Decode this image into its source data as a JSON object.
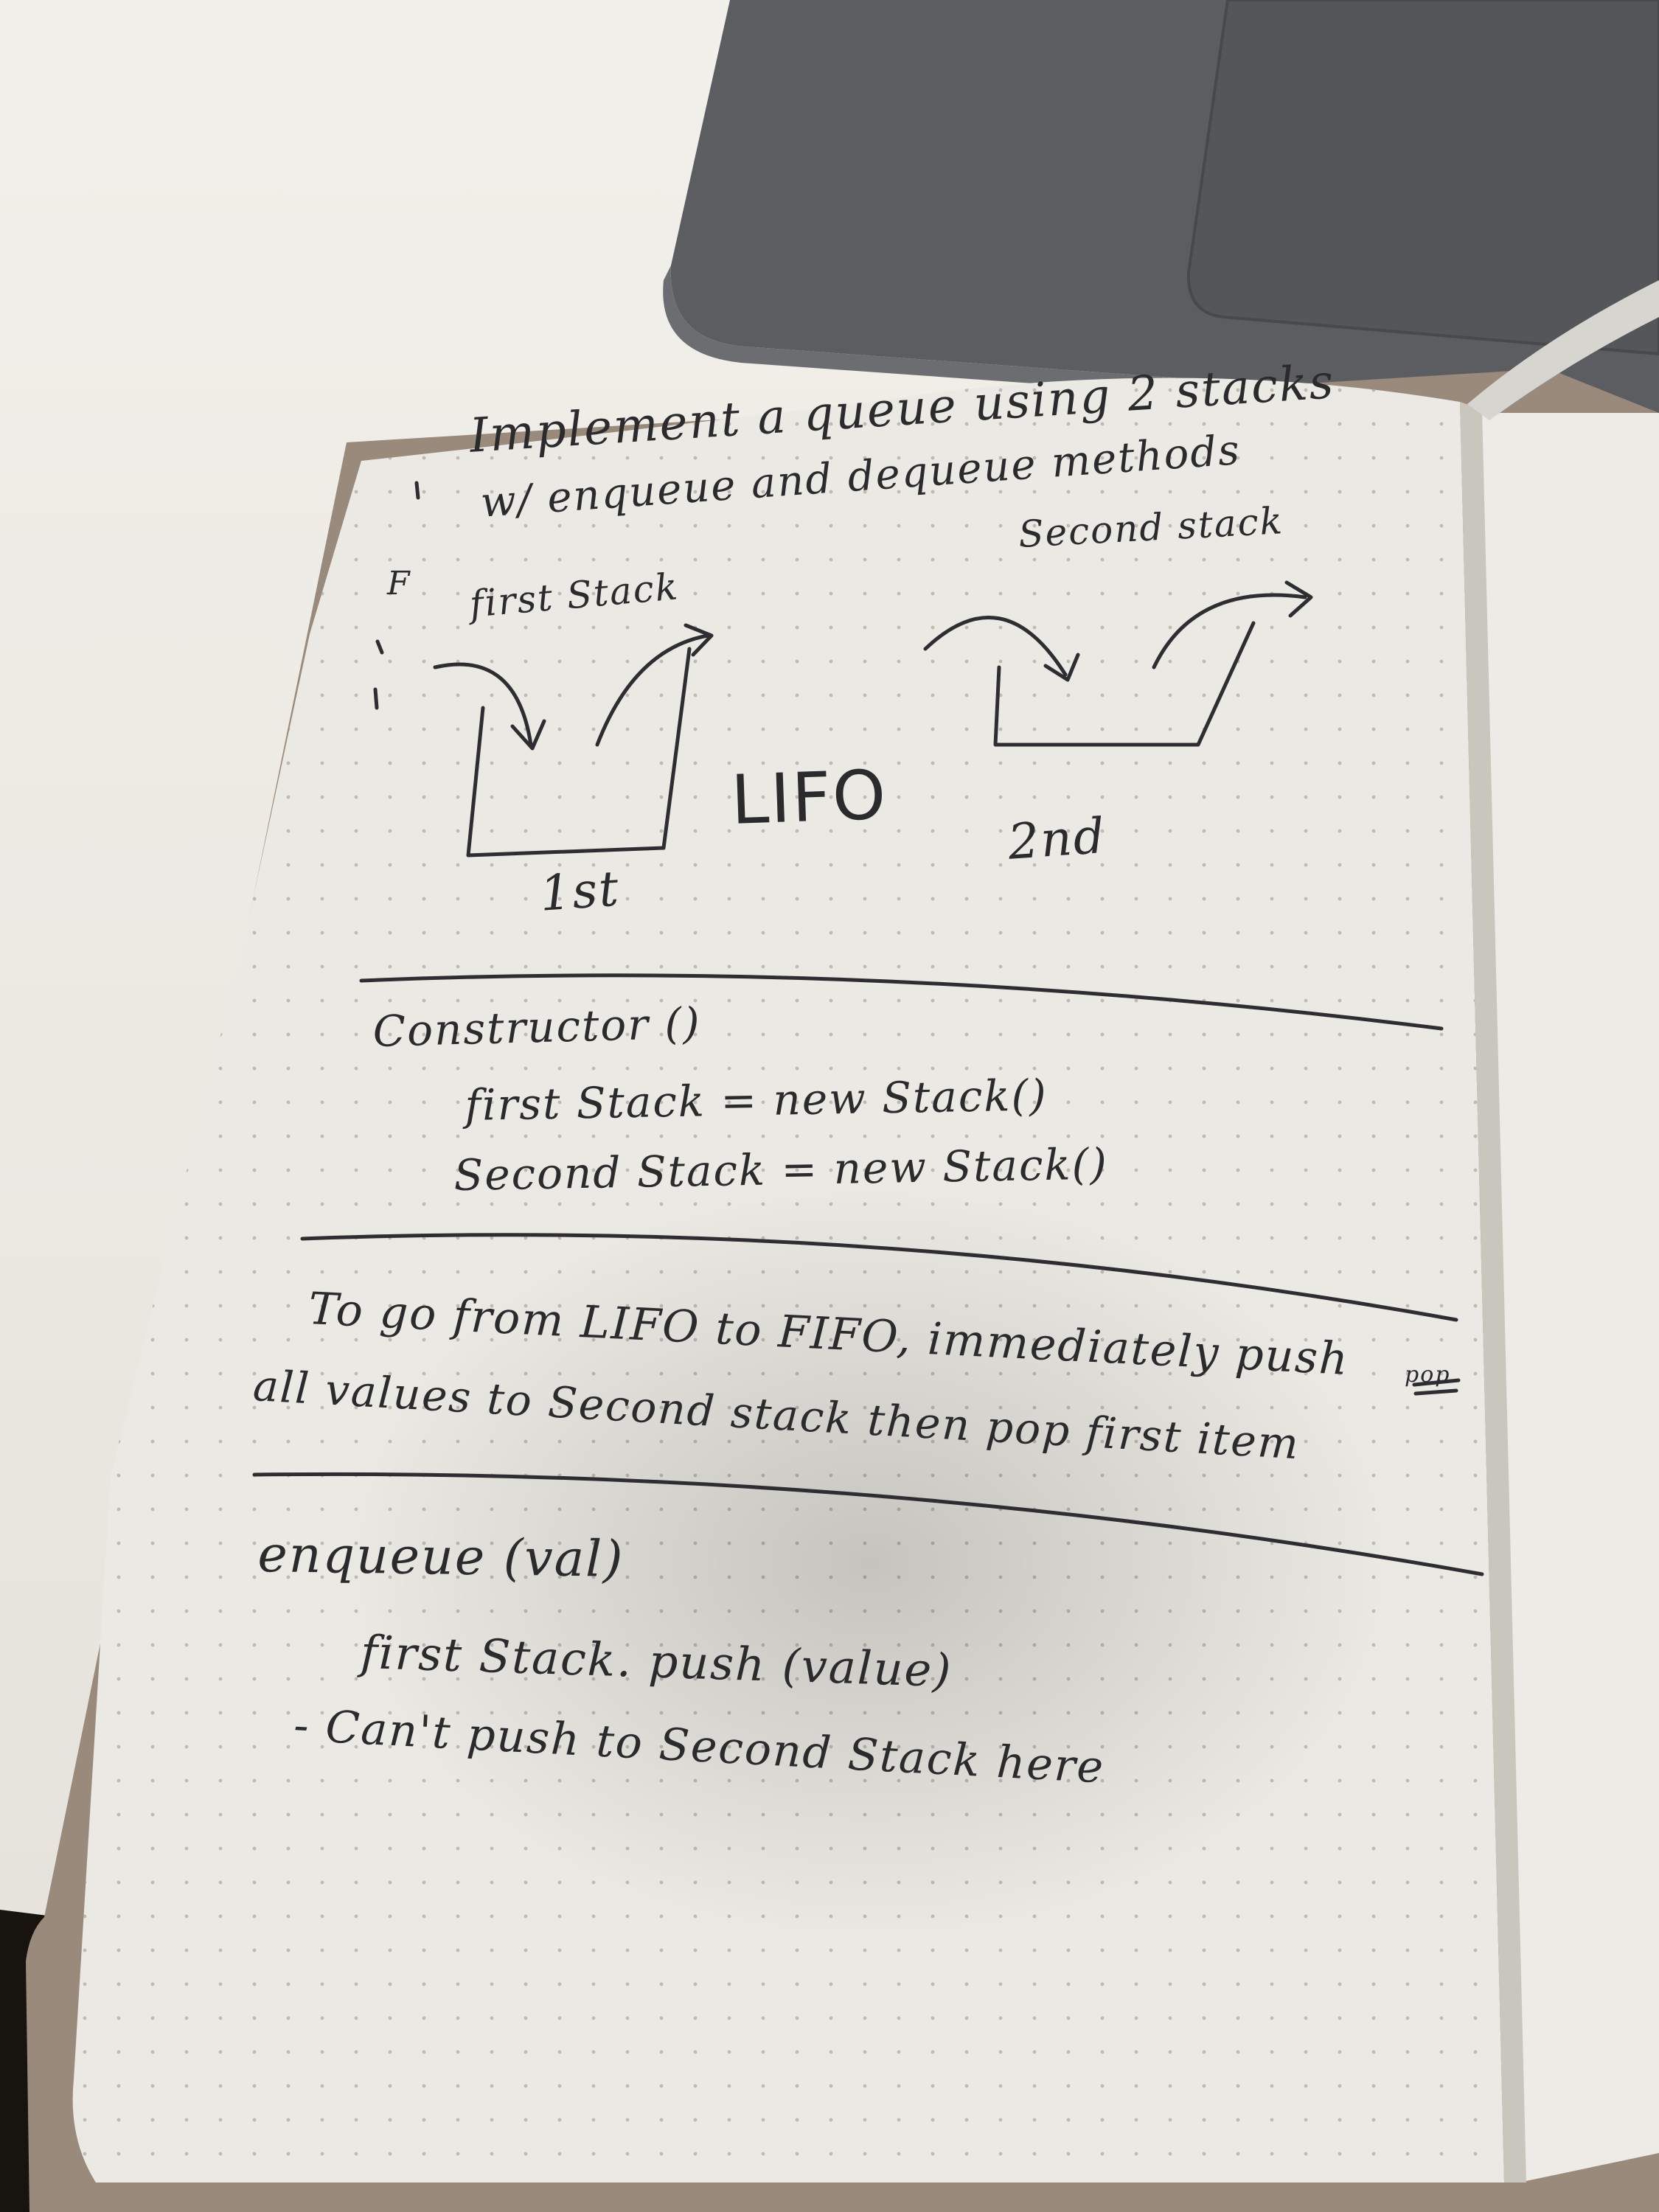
{
  "photo": {
    "kind": "photo of handwritten notebook page",
    "colors": {
      "table": "#efede7",
      "laptop": "#5b5d60",
      "paper": "#ebe9e3",
      "cover": "#9b8a7c",
      "ink": "#2b2b2e",
      "dots": "#b9b6ae"
    }
  },
  "notes": {
    "heading": {
      "line1": "Implement a queue using 2 stacks",
      "line2": "w/ enqueue and dequeue methods"
    },
    "diagram": {
      "first_stack_label": "first Stack",
      "second_stack_label": "Second stack",
      "first_caption": "1st",
      "second_caption": "2nd",
      "center_label": "LIFO",
      "margin_letter": "F"
    },
    "constructor": {
      "signature": "Constructor ()",
      "line1": "first Stack = new Stack()",
      "line2": "Second Stack = new Stack()"
    },
    "explanation": {
      "line1": "To go from LIFO to FIFO, immediately push",
      "line2": "all values to Second stack then pop first item",
      "struck_word": "pop"
    },
    "enqueue": {
      "signature": "enqueue (val)",
      "line1": "first Stack. push (value)",
      "line2": "- Can't push to Second Stack here"
    }
  }
}
